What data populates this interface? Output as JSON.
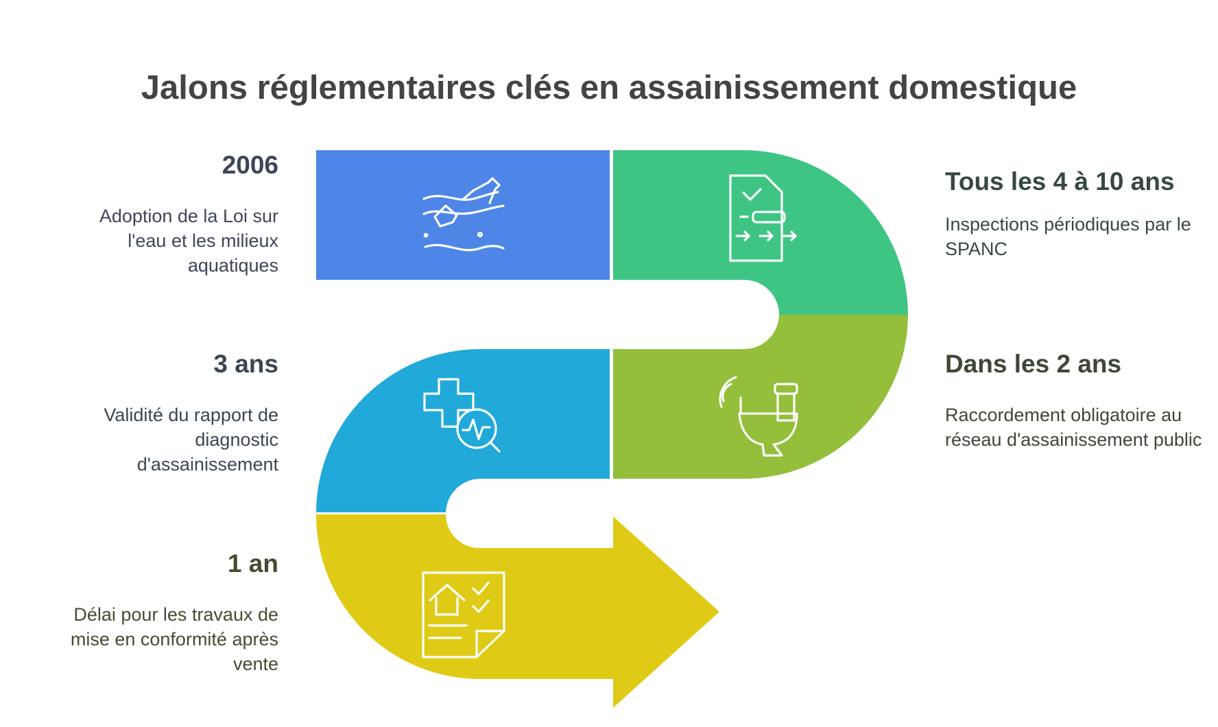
{
  "title": "Jalons réglementaires clés en assainissement domestique",
  "colors": {
    "blue": "#4e86e8",
    "green": "#3ec584",
    "lime": "#93bf3a",
    "cyan": "#20a9d9",
    "yellow": "#dfcb16"
  },
  "milestones": [
    {
      "heading": "2006",
      "description": "Adoption de la Loi sur l'eau et les milieux aquatiques",
      "icon": "water-fish-bottle-icon",
      "side": "left"
    },
    {
      "heading": "Tous les 4 à 10 ans",
      "description": "Inspections périodiques par le SPANC",
      "icon": "checklist-document-icon",
      "side": "right"
    },
    {
      "heading": "Dans les 2 ans",
      "description": "Raccordement obligatoire au réseau d'assainissement public",
      "icon": "toilet-icon",
      "side": "right"
    },
    {
      "heading": "3 ans",
      "description": "Validité du rapport de diagnostic d'assainissement",
      "icon": "health-diagnostic-icon",
      "side": "left"
    },
    {
      "heading": "1 an",
      "description": "Délai pour les travaux de mise en conformité après vente",
      "icon": "house-checklist-icon",
      "side": "left"
    }
  ]
}
